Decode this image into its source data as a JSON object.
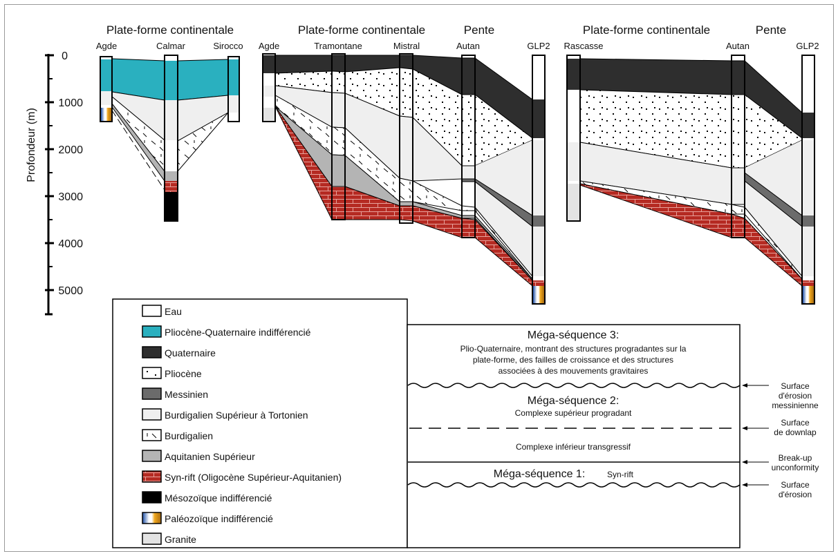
{
  "colors": {
    "eau": "#ffffff",
    "plio_quaternaire": "#2ab0bf",
    "quaternaire": "#2e2e2e",
    "pliocene": "#ffffff",
    "messinien": "#6b6b6b",
    "burdigalien_sup": "#efefef",
    "burdigalien": "#ffffff",
    "aquitanien_sup": "#b4b4b4",
    "syn_rift": "#b52a22",
    "mesozoique": "#000000",
    "paleozoique": "#f0a81e",
    "granite": "#e3e3e3"
  },
  "sections": [
    {
      "title": "Plate-forme continentale",
      "wells": [
        "Agde",
        "Calmar",
        "Sirocco"
      ]
    },
    {
      "title": "Plate-forme continentale",
      "wells": [
        "Agde",
        "Tramontane",
        "Mistral"
      ]
    },
    {
      "title": "Pente",
      "wells": [
        "Autan",
        "GLP2"
      ]
    },
    {
      "title": "Plate-forme continentale",
      "wells": [
        "Rascasse"
      ]
    },
    {
      "title": "Pente",
      "wells": [
        "Autan",
        "GLP2"
      ]
    }
  ],
  "axis": {
    "label": "Profondeur (m)",
    "ticks": [
      "0",
      "1000",
      "2000",
      "3000",
      "4000",
      "5000"
    ]
  },
  "legend": [
    {
      "label": "Eau",
      "icon": "eau-swatch"
    },
    {
      "label": "Pliocène-Quaternaire indifférencié",
      "icon": "plio-quaternaire-swatch"
    },
    {
      "label": "Quaternaire",
      "icon": "quaternaire-swatch"
    },
    {
      "label": "Pliocène",
      "icon": "pliocene-swatch"
    },
    {
      "label": "Messinien",
      "icon": "messinien-swatch"
    },
    {
      "label": "Burdigalien Supérieur à Tortonien",
      "icon": "burdigalien-sup-swatch"
    },
    {
      "label": "Burdigalien",
      "icon": "burdigalien-swatch"
    },
    {
      "label": "Aquitanien Supérieur",
      "icon": "aquitanien-swatch"
    },
    {
      "label": "Syn-rift (Oligocène Supérieur-Aquitanien)",
      "icon": "syn-rift-swatch"
    },
    {
      "label": "Mésozoïque indifférencié",
      "icon": "mesozoique-swatch"
    },
    {
      "label": "Paléozoïque indifférencié",
      "icon": "paleozoique-swatch"
    },
    {
      "label": "Granite",
      "icon": "granite-swatch"
    }
  ],
  "sequences": {
    "ms3_title": "Méga-séquence 3:",
    "ms3_desc": [
      "Plio-Quaternaire, montrant des structures progradantes sur la",
      "plate-forme, des failles de croissance et des structures",
      "associées à des mouvements gravitaires"
    ],
    "ms2_title": "Méga-séquence 2:",
    "ms2_desc": "Complexe supérieur progradant",
    "ms2_lower": "Complexe inférieur transgressif",
    "ms1_title": "Méga-séquence 1:",
    "ms1_desc": "Syn-rift"
  },
  "surfaces": [
    [
      "Surface",
      "d'érosion",
      "messinienne"
    ],
    [
      "Surface",
      "de downlap"
    ],
    [
      "Break-up",
      "unconformity"
    ],
    [
      "Surface",
      "d'érosion"
    ]
  ]
}
